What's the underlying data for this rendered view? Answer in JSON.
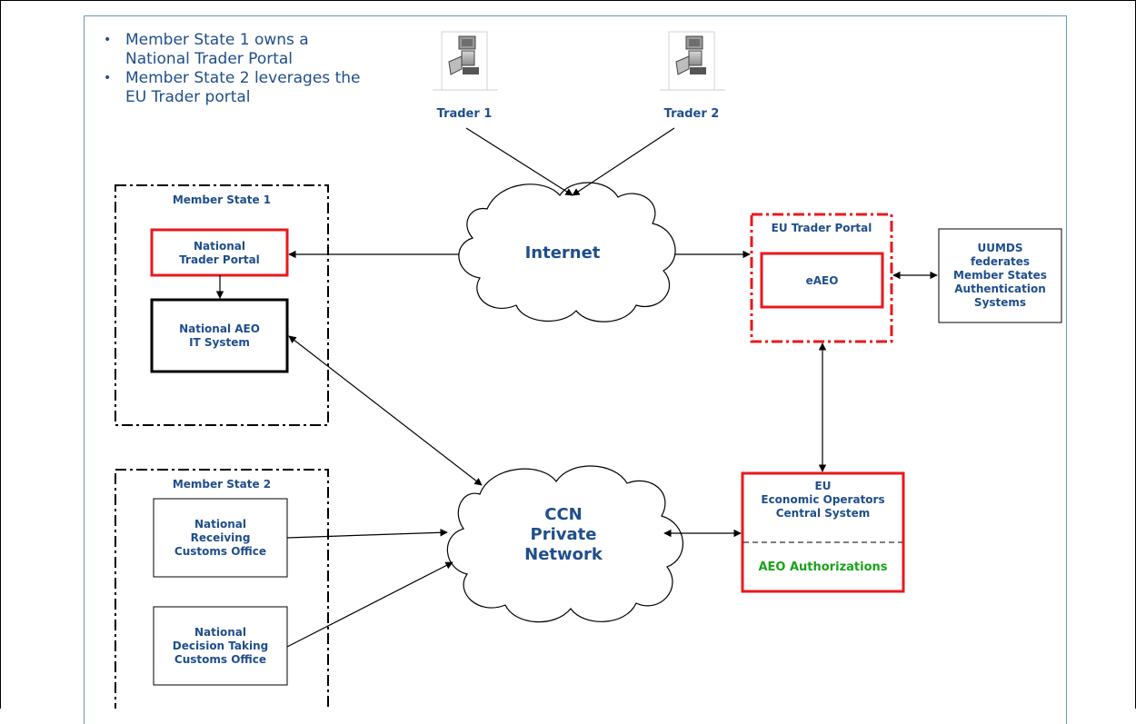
{
  "bullets": [
    "Member State 1 owns a National Trader Portal",
    "Member State 2 leverages the EU Trader portal"
  ],
  "traders": [
    "Trader 1",
    "Trader 2"
  ],
  "clouds": {
    "internet": "Internet",
    "ccn": [
      "CCN",
      "Private",
      "Network"
    ]
  },
  "member_state_1": {
    "title": "Member State 1",
    "national_trader_portal": [
      "National",
      "Trader Portal"
    ],
    "national_aeo_system": [
      "National AEO",
      "IT System"
    ]
  },
  "member_state_2": {
    "title": "Member State 2",
    "receiving_office": [
      "National",
      "Receiving",
      "Customs Office"
    ],
    "decision_office": [
      "National",
      "Decision Taking",
      "Customs Office"
    ]
  },
  "eu_trader_portal": {
    "title": "EU Trader Portal",
    "eaeo": "eAEO"
  },
  "uumds": [
    "UUMDS",
    "federates",
    "Member States",
    "Authentication",
    "Systems"
  ],
  "eu_eos": {
    "title": [
      "EU",
      "Economic Operators",
      "Central System"
    ],
    "authorizations": "AEO Authorizations"
  },
  "colors": {
    "text_blue": "#1f4e8c",
    "red_border": "#e8191d",
    "green_text": "#19a319",
    "slide_border": "#6f95c4"
  }
}
